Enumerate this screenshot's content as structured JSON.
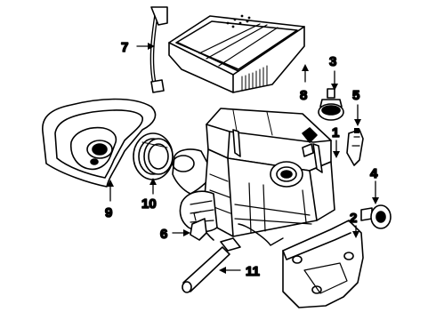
{
  "diagram": {
    "type": "exploded-parts-diagram",
    "ink_color": "#000000",
    "background_color": "#ffffff",
    "callouts": [
      {
        "label": "1",
        "part": "air-cleaner-housing"
      },
      {
        "label": "2",
        "part": "mounting-bracket"
      },
      {
        "label": "3",
        "part": "sensor"
      },
      {
        "label": "4",
        "part": "grommet-insulator"
      },
      {
        "label": "5",
        "part": "retaining-clip"
      },
      {
        "label": "6",
        "part": "clip"
      },
      {
        "label": "7",
        "part": "hose"
      },
      {
        "label": "8",
        "part": "air-filter-element"
      },
      {
        "label": "9",
        "part": "duct-cover"
      },
      {
        "label": "10",
        "part": "intake-seal-ring"
      },
      {
        "label": "11",
        "part": "bolt"
      }
    ]
  }
}
